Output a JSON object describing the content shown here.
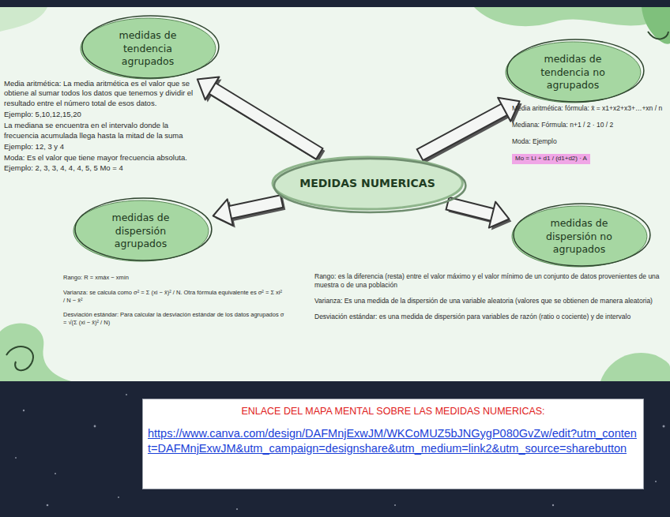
{
  "diagram": {
    "nodes": [
      {
        "text": [
          "medidas de tendencia agrupados"
        ]
      },
      {
        "text": [
          "medidas de tendencia no agrupados"
        ]
      },
      {
        "text": [
          "MEDIDAS NUMERICAS"
        ]
      },
      {
        "text": [
          "medidas de dispersión agrupados"
        ]
      },
      {
        "text": [
          "medidas de dispersión no agrupados"
        ]
      },
      {
        "text": [
          "ENLACE DEL MAPA MENTAL SOBRE LAS MEDIDAS NUMERICAS:",
          "https://www.canva.com/design/DAFMnjExwJM/WKCoMUZ5bJNGygP080GvZw/edit?utm_content=DAFMnjExwJM&utm_campaign=designshare&utm_medium=link2&utm_source=sharebutton"
        ]
      }
    ],
    "edges": [
      {
        "from": 2,
        "to": 0,
        "arrow": "to"
      },
      {
        "from": 2,
        "to": 1,
        "arrow": "to"
      },
      {
        "from": 2,
        "to": 3,
        "arrow": "to"
      },
      {
        "from": 2,
        "to": 4,
        "arrow": "to"
      }
    ],
    "labels": [
      "Media aritmética: La media aritmética es el valor que se obtiene al sumar todos los datos que tenemos y dividir el resultado entre el número total de esos datos.",
      "Ejemplo: 5,10,12,15,20",
      "La mediana se encuentra en el intervalo donde la frecuencia acumulada llega hasta la mitad de la suma",
      "Ejemplo: 12, 3 y 4",
      "Moda: Es el valor que tiene mayor frecuencia absoluta. Ejemplo: 2, 3, 3, 4, 4, 4, 5, 5 Mo = 4",
      "Media aritmética: fórmula: x̄ = x1+x2+x3+…+xn / n",
      "Mediana: Fórmula: n+1 / 2 · 10 / 2",
      "Moda: Ejemplo",
      "Mo = Li + d1 / (d1+d2) · A",
      "Rango: R = xmáx − xmín",
      "Varianza: se calcula como σ² = Σ (xi − x̄)² / N. Otra fórmula equivalente es σ² = Σ xi² / N − x̄²",
      "Desviación estándar: Para calcular la desviación estándar de los datos agrupados σ = √(Σ (xi − x̄)² / N)",
      "Rango: es la diferencia (resta) entre el valor máximo y el valor mínimo de un conjunto de datos provenientes de una muestra o de una población",
      "Varianza: Es una medida de la dispersión de una variable aleatoria (valores que se obtienen de manera aleatoria)",
      "Desviación estándar: es una medida de dispersión para variables de razón (ratio o cociente) y de intervalo"
    ]
  }
}
